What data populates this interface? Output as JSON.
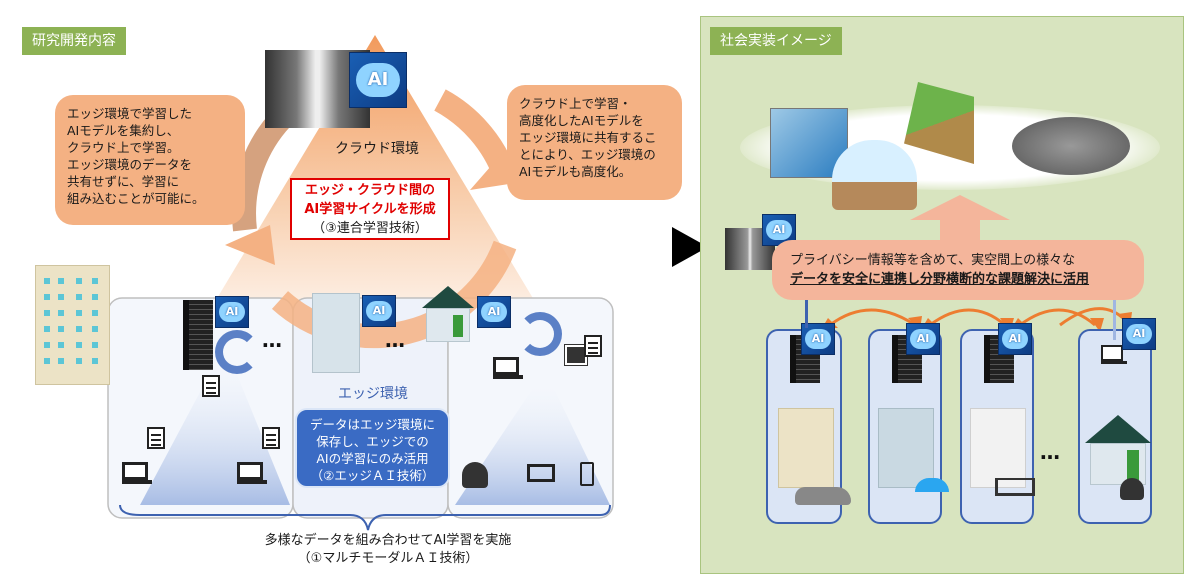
{
  "left_panel": {
    "tag": "研究開発内容",
    "cloud_label": "クラウド環境",
    "ai_badge": "AI",
    "left_bubble": [
      "エッジ環境で学習した",
      "AIモデルを集約し、",
      "クラウド上で学習。",
      "エッジ環境のデータを",
      "共有せずに、学習に",
      "組み込むことが可能に。"
    ],
    "right_bubble": [
      "クラウド上で学習・",
      "高度化したAIモデルを",
      "エッジ環境に共有するこ",
      "とにより、エッジ環境の",
      "AIモデルも高度化。"
    ],
    "cycle_box": {
      "line1": "エッジ・クラウド間の",
      "line2": "AI学習サイクルを形成",
      "line3": "（③連合学習技術）"
    },
    "edge_label": "エッジ環境",
    "edge_box": [
      "データはエッジ環境に",
      "保存し、エッジでの",
      "AIの学習にのみ活用",
      "（②エッジＡＩ技術）"
    ],
    "bottom_caption": {
      "line1": "多様なデータを組み合わせてAI学習を実施",
      "line2": "（①マルチモーダルＡＩ技術）"
    },
    "ellipsis": "…"
  },
  "right_panel": {
    "tag": "社会実装イメージ",
    "ai_badge": "AI",
    "banner": {
      "line1": "プライバシー情報等を含めて、実空間上の様々な",
      "line2": "データを安全に連携し分野横断的な課題解決に活用"
    },
    "scenes": [
      "flood-scene",
      "earthquake-scene",
      "landslide-scene",
      "traffic-scene"
    ],
    "columns": [
      {
        "node": "server",
        "site": "building-beige",
        "context": "car-icon"
      },
      {
        "node": "server",
        "site": "building-blue",
        "context": "umbrella-icon"
      },
      {
        "node": "server",
        "site": "building-white",
        "context": "cart-icon"
      },
      {
        "node": "pc",
        "site": "house",
        "context": "people-icon"
      }
    ],
    "ellipsis": "…"
  },
  "colors": {
    "green_tag": "#8db254",
    "green_panel": "#d8e4bf",
    "orange": "#f4b183",
    "orange_arrow": "#ed7d31",
    "red": "#e00000",
    "blue": "#3a6bc4"
  }
}
